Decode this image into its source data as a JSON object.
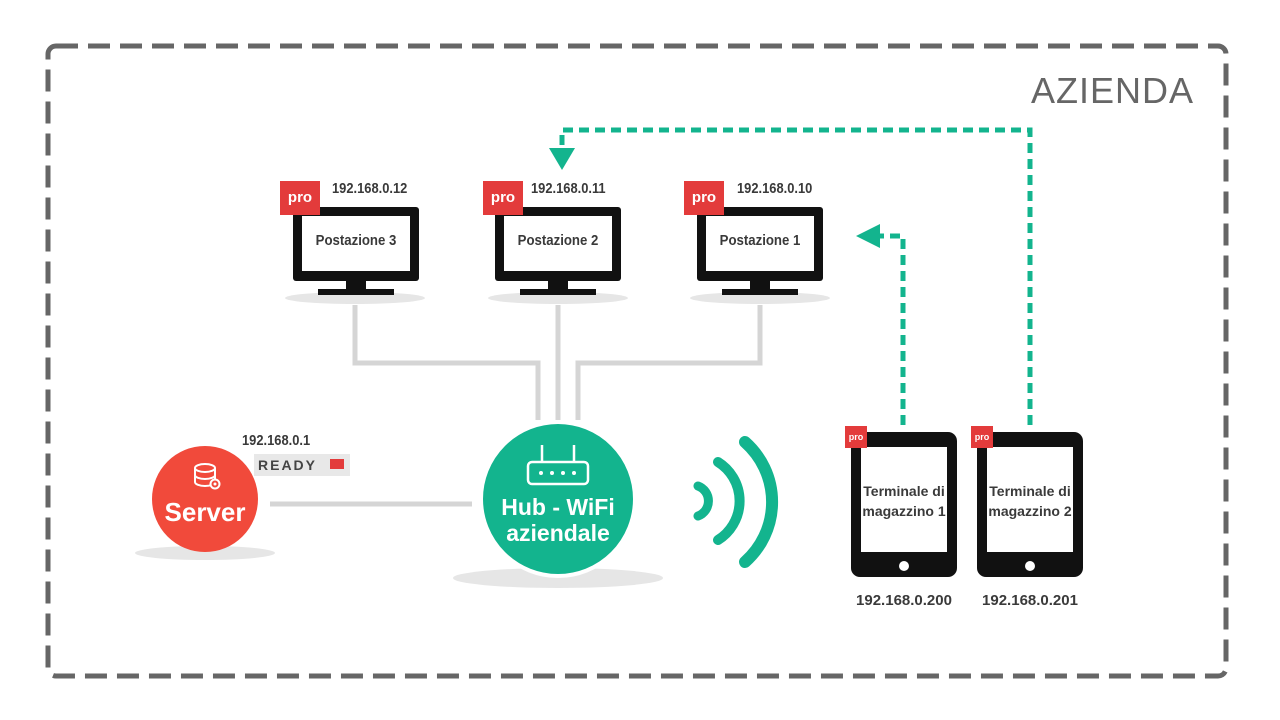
{
  "title": "AZIENDA",
  "colors": {
    "accent": "#13b48e",
    "server": "#f14a3b",
    "badge": "#e33b3b",
    "frame": "#666666",
    "cable": "#d5d5d5"
  },
  "workstations": [
    {
      "name": "Postazione 3",
      "ip": "192.168.0.12",
      "badge": "pro"
    },
    {
      "name": "Postazione 2",
      "ip": "192.168.0.11",
      "badge": "pro"
    },
    {
      "name": "Postazione 1",
      "ip": "192.168.0.10",
      "badge": "pro"
    }
  ],
  "server": {
    "label": "Server",
    "ip": "192.168.0.1",
    "tag": "READY",
    "icon": "database-gear-icon"
  },
  "hub": {
    "line1": "Hub - WiFi",
    "line2": "aziendale",
    "icon": "router-icon"
  },
  "terminals": [
    {
      "line1": "Terminale di",
      "line2": "magazzino 1",
      "ip": "192.168.0.200",
      "badge": "pro"
    },
    {
      "line1": "Terminale di",
      "line2": "magazzino 2",
      "ip": "192.168.0.201",
      "badge": "pro"
    }
  ],
  "wifi_icon": "wifi-signal-icon"
}
